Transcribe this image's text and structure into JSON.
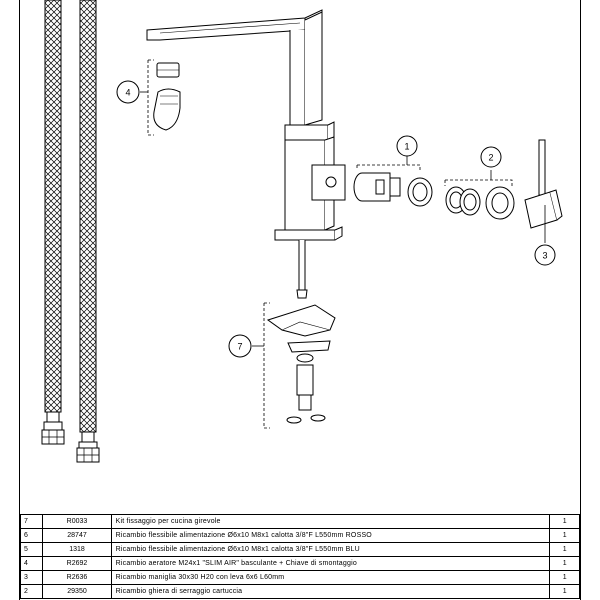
{
  "callouts": {
    "c1": "1",
    "c2": "2",
    "c3": "3",
    "c4": "4",
    "c7": "7"
  },
  "parts_table": {
    "rows": [
      {
        "pos": "7",
        "code": "R0033",
        "description": "Kit  fissaggio  per  cucina  girevole",
        "qty": "1"
      },
      {
        "pos": "6",
        "code": "28747",
        "description": "Ricambio  flessibile  alimentazione  Ø6x10  M8x1  calotta  3/8\"F  L550mm  ROSSO",
        "qty": "1"
      },
      {
        "pos": "5",
        "code": "1318",
        "description": "Ricambio  flessibile  alimentazione  Ø6x10  M8x1  calotta  3/8\"F  L550mm  BLU",
        "qty": "1"
      },
      {
        "pos": "4",
        "code": "R2692",
        "description": "Ricambio  aeratore  M24x1  \"SLIM  AIR\"  basculante  +  Chiave  di  smontaggio",
        "qty": "1"
      },
      {
        "pos": "3",
        "code": "R2636",
        "description": "Ricambio  maniglia  30x30  H20  con  leva  6x6  L60mm",
        "qty": "1"
      },
      {
        "pos": "2",
        "code": "29350",
        "description": "Ricambio  ghiera  di  serraggio  cartuccia",
        "qty": "1"
      }
    ]
  }
}
